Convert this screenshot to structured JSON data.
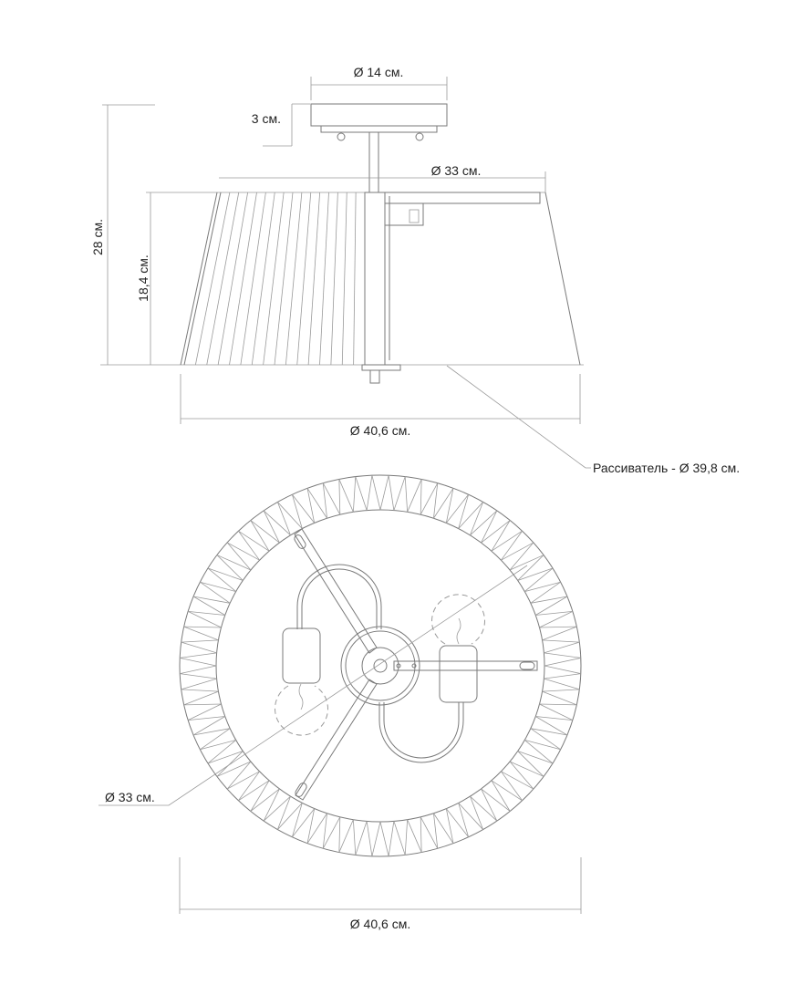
{
  "side_view": {
    "plate_diameter": "Ø 14 см.",
    "plate_height": "3 см.",
    "total_height": "28 см.",
    "shade_height": "18,4 см.",
    "shade_top_diameter": "Ø 33 см.",
    "shade_bottom_diameter": "Ø 40,6 см.",
    "diffuser_label": "Рассиватель - Ø 39,8 см."
  },
  "top_view": {
    "inner_diameter": "Ø 33 см.",
    "outer_diameter": "Ø 40,6 см."
  },
  "colors": {
    "line": "#7a7a7a",
    "text": "#222222"
  }
}
